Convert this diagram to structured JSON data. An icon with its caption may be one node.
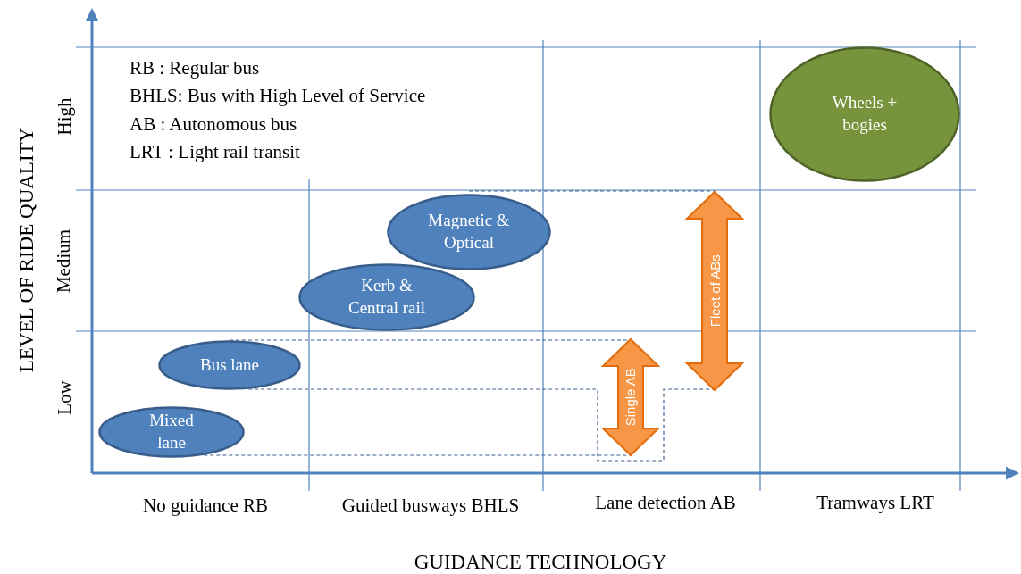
{
  "diagram": {
    "nodes": [
      {
        "text": [
          "Mixed lane"
        ]
      },
      {
        "text": [
          "Bus lane"
        ]
      },
      {
        "text": [
          "Kerb & Central rail"
        ]
      },
      {
        "text": [
          "Magnetic & Optical"
        ]
      },
      {
        "text": [
          "Wheels + bogies"
        ]
      },
      {
        "text": [
          "Single AB"
        ]
      },
      {
        "text": [
          "Fleet of ABs"
        ]
      }
    ],
    "edges": [
      {
        "from": 3,
        "to": 6,
        "arrow": "none",
        "style": "dashed"
      },
      {
        "from": 1,
        "to": 5,
        "arrow": "none",
        "style": "dashed"
      },
      {
        "from": 1,
        "to": 6,
        "arrow": "none",
        "style": "dashed"
      },
      {
        "from": 0,
        "to": 5,
        "arrow": "none",
        "style": "dashed"
      }
    ],
    "labels": [
      "RB : Regular bus",
      "BHLS: Bus with High Level of Service",
      "AB : Autonomous bus",
      "LRT : Light rail transit",
      "High",
      "Medium",
      "Low",
      "LEVEL OF RIDE QUALITY",
      "No guidance RB",
      "Guided busways BHLS",
      "Lane detection AB",
      "Tramways LRT",
      "GUIDANCE TECHNOLOGY"
    ]
  }
}
